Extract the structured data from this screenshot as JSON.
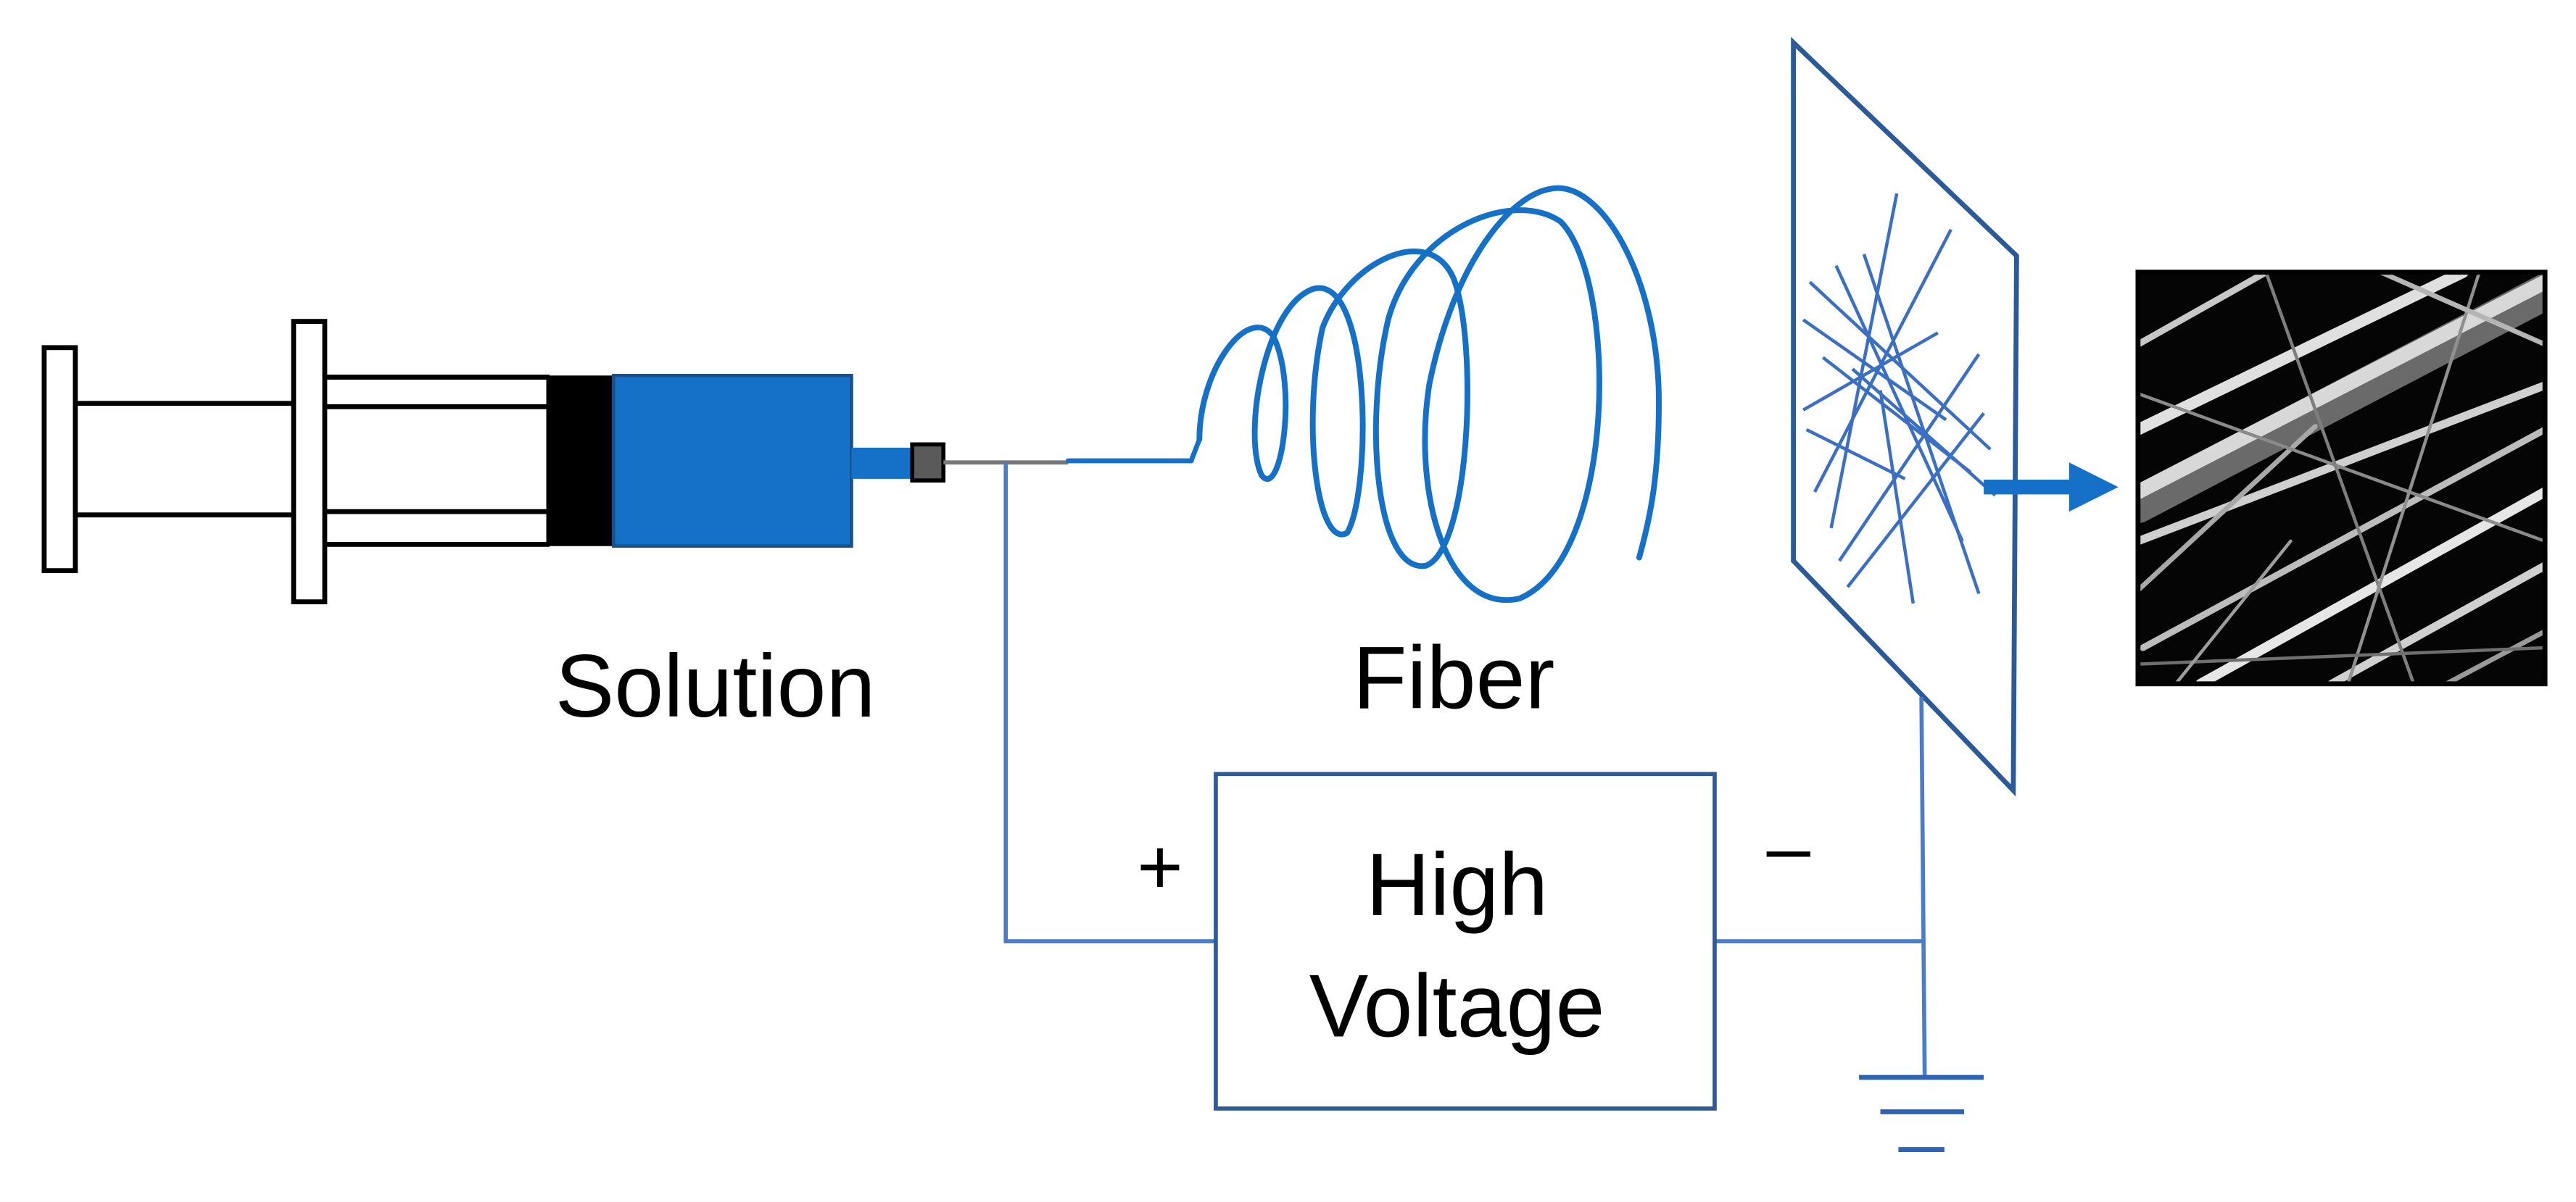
{
  "labels": {
    "solution": "Solution",
    "fiber": "Fiber",
    "plus": "+",
    "minus": "–",
    "voltage_line1": "High",
    "voltage_line2": "Voltage"
  },
  "colors": {
    "accent_blue": "#1570C8",
    "wire_blue": "#4A7CC9",
    "collector_blue": "#2B5A9A",
    "box_blue": "#2E5B96",
    "needle_gray": "#777777",
    "black": "#000000"
  },
  "icons": {
    "syringe": "syringe-icon",
    "needle_tip": "needle-tip-icon",
    "collector": "collector-screen-icon",
    "ground": "ground-icon",
    "arrow": "arrow-right-icon",
    "micrograph": "fiber-micrograph-image"
  }
}
